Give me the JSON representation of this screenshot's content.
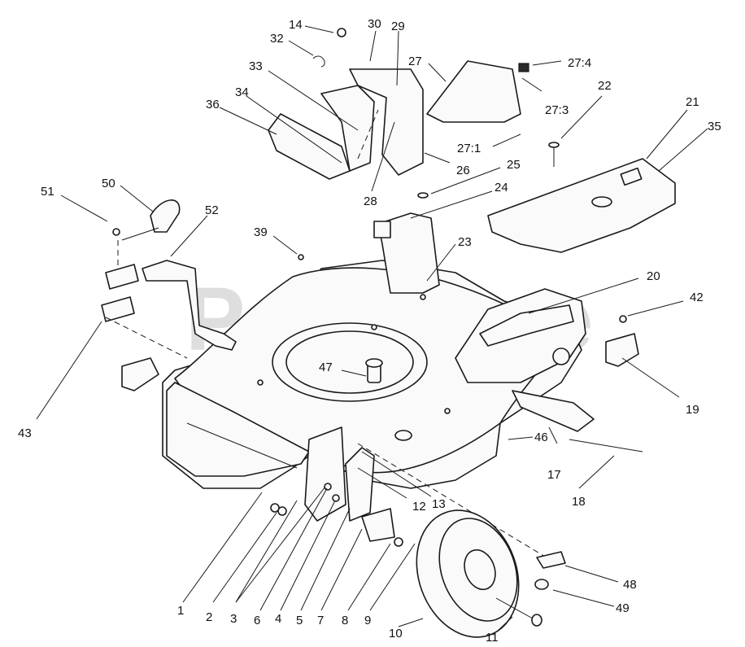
{
  "watermark": {
    "text": "PartsTree",
    "tm": "TM"
  },
  "callouts": [
    {
      "id": "c1",
      "label": "1"
    },
    {
      "id": "c2",
      "label": "2"
    },
    {
      "id": "c3",
      "label": "3"
    },
    {
      "id": "c4",
      "label": "4"
    },
    {
      "id": "c5",
      "label": "5"
    },
    {
      "id": "c6",
      "label": "6"
    },
    {
      "id": "c7",
      "label": "7"
    },
    {
      "id": "c8",
      "label": "8"
    },
    {
      "id": "c9",
      "label": "9"
    },
    {
      "id": "c10",
      "label": "10"
    },
    {
      "id": "c11",
      "label": "11"
    },
    {
      "id": "c12",
      "label": "12"
    },
    {
      "id": "c13",
      "label": "13"
    },
    {
      "id": "c14",
      "label": "14"
    },
    {
      "id": "c17",
      "label": "17"
    },
    {
      "id": "c18",
      "label": "18"
    },
    {
      "id": "c19",
      "label": "19"
    },
    {
      "id": "c20",
      "label": "20"
    },
    {
      "id": "c21",
      "label": "21"
    },
    {
      "id": "c22",
      "label": "22"
    },
    {
      "id": "c23",
      "label": "23"
    },
    {
      "id": "c24",
      "label": "24"
    },
    {
      "id": "c25",
      "label": "25"
    },
    {
      "id": "c26",
      "label": "26"
    },
    {
      "id": "c27",
      "label": "27"
    },
    {
      "id": "c27_1",
      "label": "27:1"
    },
    {
      "id": "c27_3",
      "label": "27:3"
    },
    {
      "id": "c27_4",
      "label": "27:4"
    },
    {
      "id": "c28",
      "label": "28"
    },
    {
      "id": "c29",
      "label": "29"
    },
    {
      "id": "c30",
      "label": "30"
    },
    {
      "id": "c32",
      "label": "32"
    },
    {
      "id": "c33",
      "label": "33"
    },
    {
      "id": "c34",
      "label": "34"
    },
    {
      "id": "c35",
      "label": "35"
    },
    {
      "id": "c36",
      "label": "36"
    },
    {
      "id": "c39",
      "label": "39"
    },
    {
      "id": "c42",
      "label": "42"
    },
    {
      "id": "c43",
      "label": "43"
    },
    {
      "id": "c46",
      "label": "46"
    },
    {
      "id": "c47",
      "label": "47"
    },
    {
      "id": "c48",
      "label": "48"
    },
    {
      "id": "c49",
      "label": "49"
    },
    {
      "id": "c50",
      "label": "50"
    },
    {
      "id": "c51",
      "label": "51"
    },
    {
      "id": "c52",
      "label": "52"
    }
  ]
}
